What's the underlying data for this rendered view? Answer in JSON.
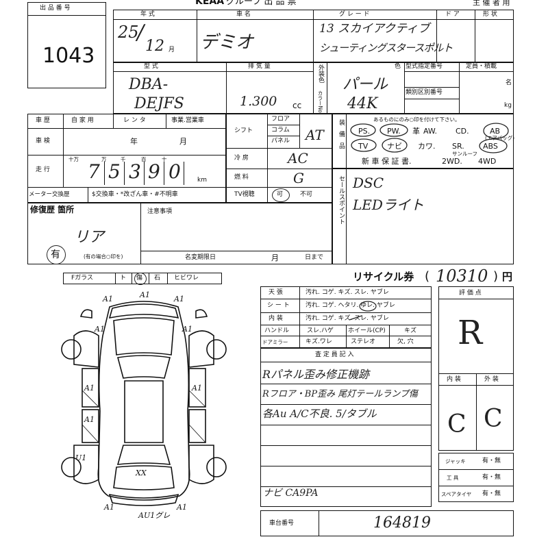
{
  "header": {
    "brand": "KEAA",
    "form_title": "グループ 出 品 票",
    "owner_use": "主 催 者 用",
    "lot_label": "出 品 番 号",
    "lot_number": "1043"
  },
  "top_labels": {
    "year_type": "年 式",
    "car_name": "車 名",
    "grade": "グ レ ー ド",
    "doors": "ド ア",
    "shape": "形 状",
    "model_type": "型 式",
    "displacement": "排 気 量",
    "exterior_color_label": "外装色",
    "color_no_label": "カラーNo.",
    "color": "色",
    "designated_no": "型式指定番号",
    "classification_no": "類別区別番号",
    "capacity_load": "定員・積載",
    "persons_unit": "名",
    "kg_unit": "kg",
    "cc_unit": "cc",
    "month_unit": "月"
  },
  "vehicle": {
    "year": "25",
    "month": "12",
    "car_name": "デミオ",
    "grade_line1": "13 スカイアクティブ",
    "grade_line2": "シューティングスタースポルト",
    "model_prefix": "DBA-",
    "model_code": "DEJFS",
    "displacement": "1.300",
    "color": "パール",
    "color_code": "44K",
    "mileage_digits": [
      "7",
      "5",
      "3",
      "9",
      "0"
    ],
    "mileage_unit": "km",
    "transmission": "AT",
    "ac": "AC",
    "fuel": "G",
    "repair_history": "リア",
    "repair_has": "有",
    "chassis_number": "164819",
    "recycle_fee": "10310",
    "score": "R",
    "interior_grade": "C",
    "exterior_grade": "C"
  },
  "history": {
    "label": "車 歴",
    "options": [
      "自 家 用",
      "レ ン タ",
      "事業.営業車"
    ],
    "inspection_label": "車 検",
    "year_unit": "年",
    "month_unit": "月",
    "mileage_label": "走 行",
    "digit_units": [
      "十万",
      "万",
      "千",
      "百",
      "十"
    ],
    "meter_label": "メーター交換歴",
    "meter_options": "$交換車・*改ざん車・#不明車",
    "repair_label": "修復歴 箇所",
    "repair_note": "(有の場合○印を)"
  },
  "mid_labels": {
    "shift": "シフト",
    "floor": "フロア",
    "column": "コラム",
    "panel": "パネル",
    "cooler": "冷 房",
    "fuel": "燃 料",
    "tv": "TV視聴",
    "tv_can": "可",
    "tv_cannot": "不可",
    "notes": "注意事項",
    "name_change": "名変期限日",
    "month": "月",
    "day_until": "日まで"
  },
  "equipment": {
    "label": "装備品",
    "note": "あるものにのみ○印を付けて下さい。",
    "row1": [
      "PS.",
      "PW.",
      "革",
      "AW.",
      "CD.",
      "AB"
    ],
    "row2": [
      "TV",
      "ナビ",
      "カワ.",
      "SR.",
      "ABS"
    ],
    "row3": [
      "新 車 保 証 書.",
      "2WD.",
      "4WD"
    ],
    "sunroof": "サンルーフ",
    "airbag_note": "(エアバッグ)"
  },
  "sales_points": {
    "label": "セールスポイント",
    "items": [
      "DSC",
      "LEDライト"
    ]
  },
  "glass_row": [
    "Fガラス",
    "ト",
    "傷",
    "石",
    "ヒビワレ"
  ],
  "recycle_label": "リサイクル券",
  "yen": "円",
  "condition": {
    "rows": [
      {
        "label": "天 張",
        "opts": "汚れ. コゲ. キズ. スレ. ヤブレ"
      },
      {
        "label": "シ ー ト",
        "opts": "汚れ. コゲ. ヘタリ. ゆレ. ヤブレ"
      },
      {
        "label": "内 装",
        "opts": "汚れ. コゲ. キズ. スレ. ヤブレ"
      }
    ],
    "handle_label": "ハンドル",
    "handle_opts": "スレ.ハゲ",
    "wheel_label": "ホイール(CP)",
    "wheel_opt": "キズ",
    "mirror_label": "ドアミラー",
    "mirror_opts": "キズ.ワレ",
    "stereo_label": "ステレオ",
    "stereo_opts": "欠, 穴"
  },
  "inspector": {
    "title": "査 定 員 記 入",
    "lines": [
      "Rパネル歪み修正機跡",
      "Rフロア・BP歪み 尾灯テールランプ傷",
      "各Au A/C不良. 5/タブル"
    ],
    "navi": "ナビ CA9PA"
  },
  "score_panel": {
    "title": "評 価 点",
    "interior": "内 装",
    "exterior": "外 装"
  },
  "tools": {
    "rows": [
      {
        "label": "ジャッキ",
        "opts": "有・無"
      },
      {
        "label": "工 具",
        "opts": "有・無"
      },
      {
        "label": "スペアタイヤ",
        "opts": "有・無"
      }
    ]
  },
  "chassis_label": "車台番号",
  "car_map": {
    "marks": [
      "A1",
      "A1",
      "A1",
      "A1",
      "A1",
      "A1",
      "A1",
      "A1",
      "U1",
      "XX",
      "A1",
      "A1",
      "AU1グレ"
    ]
  }
}
